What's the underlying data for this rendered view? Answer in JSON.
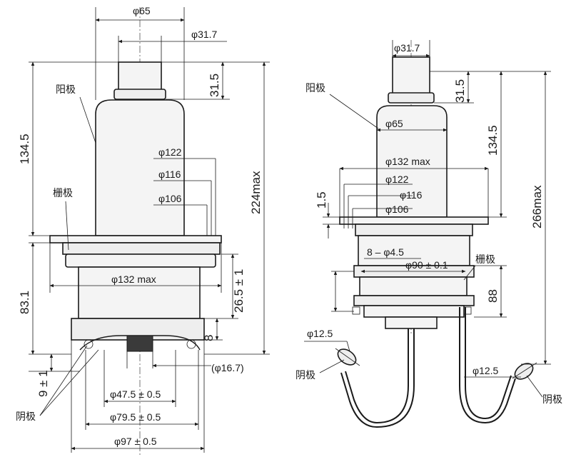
{
  "left_view": {
    "dims": {
      "d65": "φ65",
      "d31_7": "φ31.7",
      "h31_5": "31.5",
      "h134_5": "134.5",
      "h224max": "224max",
      "d122": "φ122",
      "d116": "φ116",
      "d106": "φ106",
      "d132max": "φ132 max",
      "h26_5": "26.5 ± 1",
      "h83_1": "83.1",
      "h8": "8",
      "h9": "9 ± 1",
      "d16_7": "(φ16.7)",
      "d47_5": "φ47.5 ± 0.5",
      "d79_5": "φ79.5 ± 0.5",
      "d97": "φ97 ± 0.5"
    },
    "labels": {
      "anode": "阳极",
      "grid": "栅极",
      "cathode": "阴极"
    }
  },
  "right_view": {
    "dims": {
      "d31_7": "φ31.7",
      "h31_5": "31.5",
      "d65": "φ65",
      "h134_5": "134.5",
      "d132max": "φ132 max",
      "d122": "φ122",
      "d116": "φ116",
      "d106": "φ106",
      "h1_5": "1.5",
      "holes": "8 – φ4.5",
      "d90": "φ90 ± 0.1",
      "h266max": "266max",
      "h88": "88",
      "d12_5_left": "φ12.5",
      "d12_5_right": "φ12.5"
    },
    "labels": {
      "anode": "阳极",
      "grid": "栅极",
      "cathode_left": "阴极",
      "cathode_right": "阴极"
    }
  }
}
